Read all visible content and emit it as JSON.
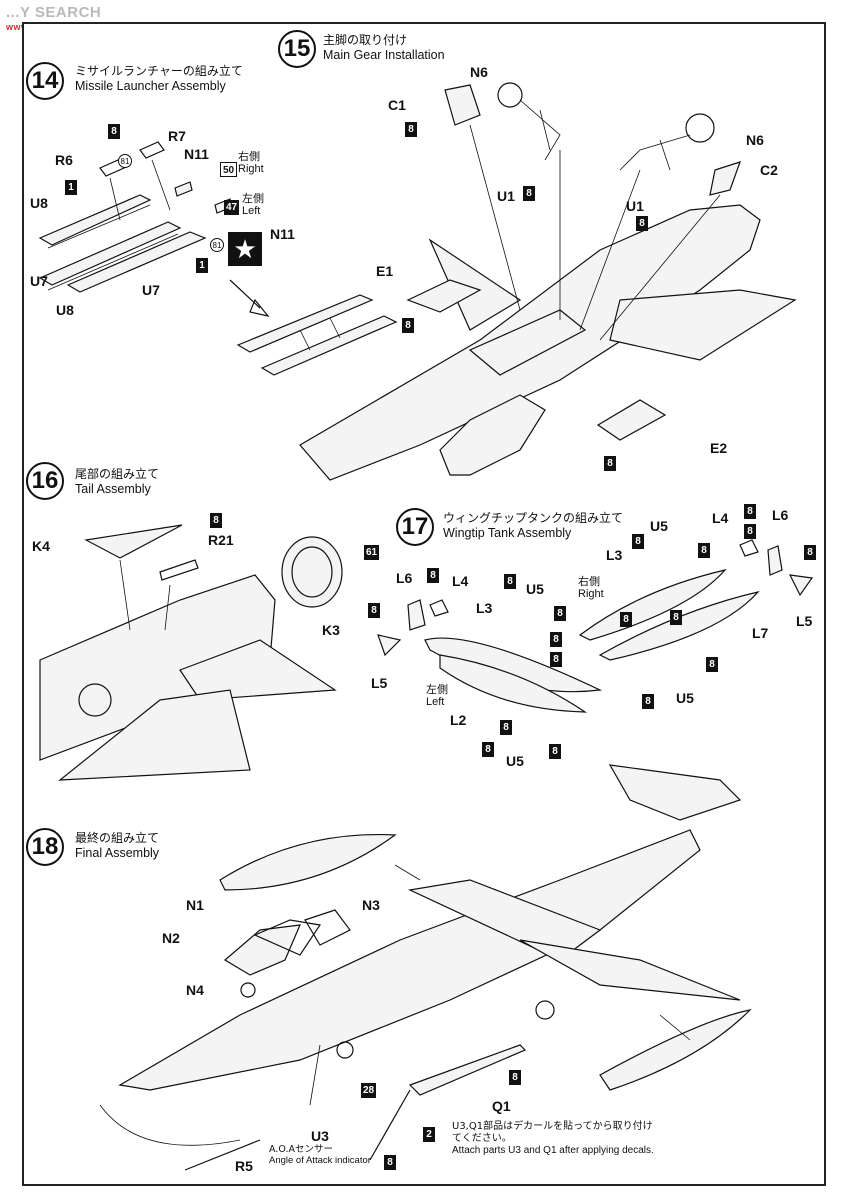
{
  "watermark": {
    "brand": "...Y SEARCH",
    "site": "www.moxin.com"
  },
  "steps": [
    {
      "num": "14",
      "jp": "ミサイルランチャーの組み立て",
      "en": "Missile Launcher Assembly"
    },
    {
      "num": "15",
      "jp": "主脚の取り付け",
      "en": "Main Gear Installation"
    },
    {
      "num": "16",
      "jp": "尾部の組み立て",
      "en": "Tail Assembly"
    },
    {
      "num": "17",
      "jp": "ウィングチップタンクの組み立て",
      "en": "Wingtip Tank Assembly"
    },
    {
      "num": "18",
      "jp": "最終の組み立て",
      "en": "Final Assembly"
    }
  ],
  "sides": {
    "right_jp": "右側",
    "right_en": "Right",
    "left_jp": "左側",
    "left_en": "Left"
  },
  "parts": {
    "s14": [
      "R6",
      "R7",
      "N11",
      "U8",
      "U7",
      "U8",
      "U7",
      "N11"
    ],
    "s15": [
      "N6",
      "C1",
      "U1",
      "N6",
      "C2",
      "U1",
      "E1",
      "E2"
    ],
    "s16": [
      "K4",
      "R21",
      "K3"
    ],
    "s17": [
      "L6",
      "L4",
      "U5",
      "L3",
      "L5",
      "L2",
      "U5",
      "U5",
      "L4",
      "L6",
      "L3",
      "L5",
      "L7",
      "U5"
    ],
    "s18": [
      "N1",
      "N3",
      "N2",
      "N4",
      "Q1",
      "U3",
      "R5"
    ]
  },
  "colors": {
    "s14": [
      "8",
      "1",
      "1",
      "50",
      "47"
    ],
    "s14_circ": [
      "81",
      "81"
    ],
    "s15": [
      "8",
      "8",
      "8",
      "8",
      "8"
    ],
    "s16": [
      "8",
      "61"
    ],
    "s17": [
      "8",
      "8",
      "8",
      "8",
      "8",
      "8",
      "8",
      "8",
      "8",
      "8",
      "8",
      "8",
      "8",
      "8",
      "8",
      "8",
      "8",
      "8"
    ],
    "s18": [
      "8",
      "28",
      "2",
      "8"
    ]
  },
  "decal_icon": "star-decal-icon",
  "aoa": {
    "jp": "A.O.Aセンサー",
    "en": "Angle of Attack indicator"
  },
  "note": {
    "jp1": "U3,Q1部品はデカールを貼ってから取り付け",
    "jp2": "てください。",
    "en": "Attach parts U3 and Q1 after applying decals."
  }
}
